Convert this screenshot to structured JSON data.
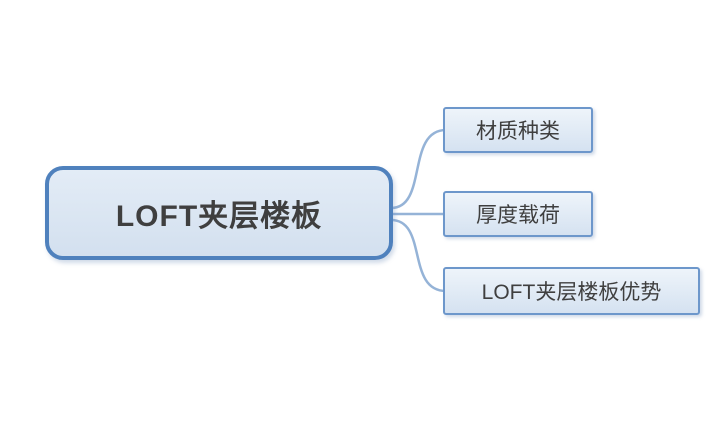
{
  "diagram": {
    "type": "mindmap",
    "root": {
      "label": "LOFT夹层楼板"
    },
    "children": [
      {
        "label": "材质种类"
      },
      {
        "label": "厚度载荷"
      },
      {
        "label": "LOFT夹层楼板优势"
      }
    ],
    "colors": {
      "root_border": "#4f81bd",
      "child_border": "#6d97cb",
      "node_fill": "#dce6f2",
      "connector": "#95b3d7",
      "text": "#3f3f3f",
      "background": "#ffffff"
    }
  }
}
